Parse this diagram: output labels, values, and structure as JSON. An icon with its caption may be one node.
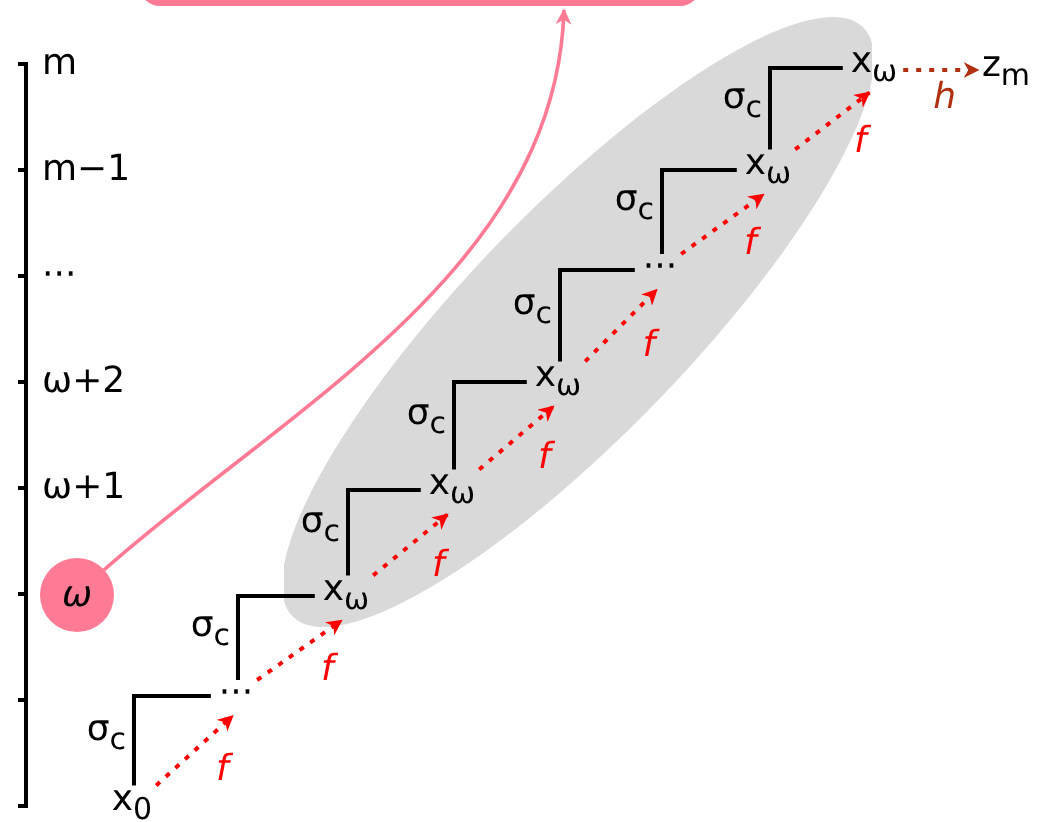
{
  "diagram": {
    "nodes": [
      {
        "text": [],
        "shape": "box"
      },
      {
        "text": [],
        "shape": "ellipse"
      },
      {
        "text": [
          "x$_{ω}$"
        ],
        "in": 1
      },
      {
        "text": [
          "z$_{m}$"
        ]
      },
      {
        "text": [
          "x$_{ω}$"
        ],
        "in": 1
      },
      {
        "text": [
          "···"
        ],
        "in": 1
      },
      {
        "text": [
          "x$_{ω}$"
        ],
        "in": 1
      },
      {
        "text": [
          "x$_{ω}$"
        ],
        "in": 1
      },
      {
        "text": [
          "x$_{ω}$"
        ],
        "in": 1
      },
      {
        "text": [
          "ω"
        ]
      },
      {
        "text": [
          "···"
        ]
      },
      {
        "text": [
          "x$_{0}$"
        ]
      }
    ],
    "edges": [
      {
        "from": 11,
        "to": 10,
        "arrow": "none",
        "label": "σ$_{c}$",
        "color": "#000000"
      },
      {
        "from": 10,
        "to": 8,
        "arrow": "none",
        "label": "σ$_{c}$",
        "color": "#000000"
      },
      {
        "from": 8,
        "to": 7,
        "arrow": "none",
        "label": "σ$_{c}$",
        "color": "#000000"
      },
      {
        "from": 7,
        "to": 6,
        "arrow": "none",
        "label": "σ$_{c}$",
        "color": "#000000"
      },
      {
        "from": 6,
        "to": 5,
        "arrow": "none",
        "label": "σ$_{c}$",
        "color": "#000000"
      },
      {
        "from": 5,
        "to": 4,
        "arrow": "none",
        "label": "σ$_{c}$",
        "color": "#000000"
      },
      {
        "from": 4,
        "to": 2,
        "arrow": "none",
        "label": "σ$_{c}$",
        "color": "#000000"
      },
      {
        "from": 11,
        "to": 10,
        "arrow": "to",
        "label": "f",
        "style": "dashed",
        "color": "#ff0000"
      },
      {
        "from": 10,
        "to": 8,
        "arrow": "to",
        "label": "f",
        "style": "dashed",
        "color": "#ff0000"
      },
      {
        "from": 8,
        "to": 7,
        "arrow": "to",
        "label": "f",
        "style": "dashed",
        "color": "#ff0000"
      },
      {
        "from": 7,
        "to": 6,
        "arrow": "to",
        "label": "f",
        "style": "dashed",
        "color": "#ff0000"
      },
      {
        "from": 6,
        "to": 5,
        "arrow": "to",
        "label": "f",
        "style": "dashed",
        "color": "#ff0000"
      },
      {
        "from": 5,
        "to": 4,
        "arrow": "to",
        "label": "f",
        "style": "dashed",
        "color": "#ff0000"
      },
      {
        "from": 4,
        "to": 2,
        "arrow": "to",
        "label": "f",
        "style": "dashed",
        "color": "#ff0000"
      },
      {
        "from": 2,
        "to": 3,
        "arrow": "to",
        "label": "h",
        "style": "dashed",
        "color": "#b03010"
      },
      {
        "from": 9,
        "to": 0,
        "arrow": "to",
        "color": "#ff7a94"
      }
    ],
    "labels": [
      "m",
      "m−1",
      "···",
      "ω+2",
      "ω+1"
    ]
  }
}
